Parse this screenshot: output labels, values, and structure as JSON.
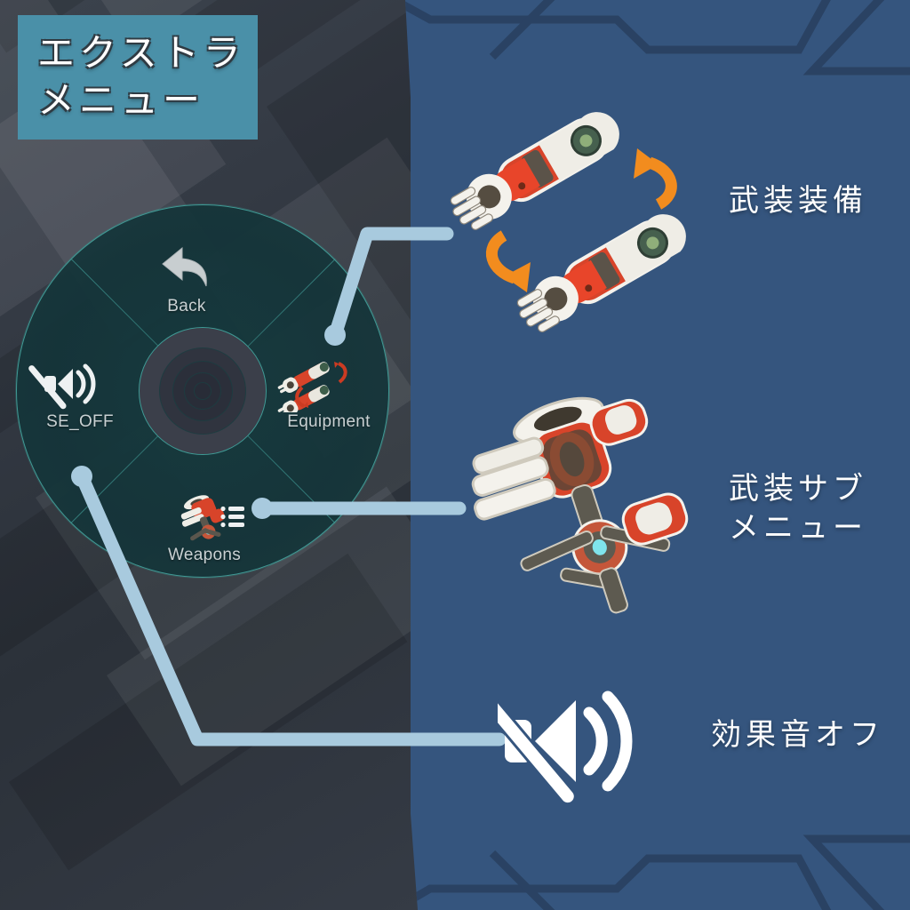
{
  "title": {
    "line1": "エクストラ",
    "line2": "メニュー",
    "banner_color": "#4a90a8"
  },
  "theme": {
    "panel_blue": "#35557e",
    "left_gray": "#343a44",
    "menu_teal_border": "#3f9a95",
    "menu_fill": "#16393e",
    "connector_blue": "#a8cade",
    "accent_orange": "#f28c1e",
    "mecha_red": "#d8442a",
    "label_white": "#ffffff"
  },
  "radial_menu": {
    "name": "extra-menu-radial",
    "slots": [
      {
        "id": "back",
        "label": "Back",
        "icon": "back-arrow-icon",
        "has_play": false,
        "position": "top"
      },
      {
        "id": "equipment",
        "label": "Equipment",
        "icon": "mecha-arms-icon",
        "has_play": true,
        "position": "right"
      },
      {
        "id": "se_off",
        "label": "SE_OFF",
        "icon": "mute-speaker-icon",
        "has_play": true,
        "position": "left"
      },
      {
        "id": "weapons",
        "label": "Weapons",
        "icon": "gatling-gun-icon",
        "has_play": false,
        "position": "bottom"
      }
    ]
  },
  "callouts": [
    {
      "id": "equipment-callout",
      "label": "武装装備",
      "lines": [
        "武装装備"
      ],
      "art": "mecha-arms-swap-illustration",
      "source_slot": "equipment"
    },
    {
      "id": "weapons-callout",
      "label": "武装サブメニュー",
      "lines": [
        "武装サブ",
        "メニュー"
      ],
      "art": "gatling-gun-illustration",
      "source_slot": "weapons"
    },
    {
      "id": "se-off-callout",
      "label": "効果音オフ",
      "lines": [
        "効果音オフ"
      ],
      "art": "mute-speaker-illustration",
      "source_slot": "se_off"
    }
  ]
}
